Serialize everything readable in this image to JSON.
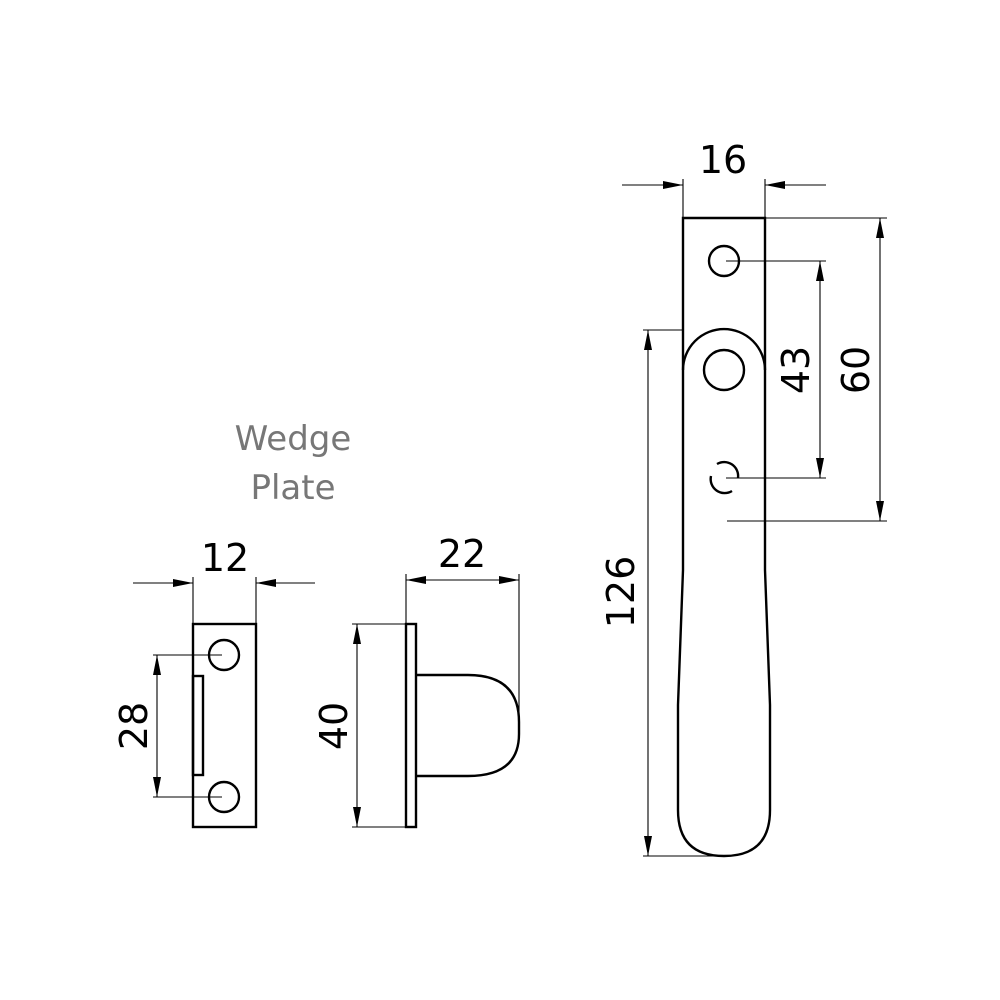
{
  "label": {
    "line1": "Wedge",
    "line2": "Plate"
  },
  "dimensions": {
    "plate_width": "12",
    "plate_hole_spacing": "28",
    "wedge_height": "40",
    "wedge_depth": "22",
    "handle_width": "16",
    "handle_hole_spacing": "43",
    "handle_plate_length": "60",
    "handle_length": "126"
  }
}
